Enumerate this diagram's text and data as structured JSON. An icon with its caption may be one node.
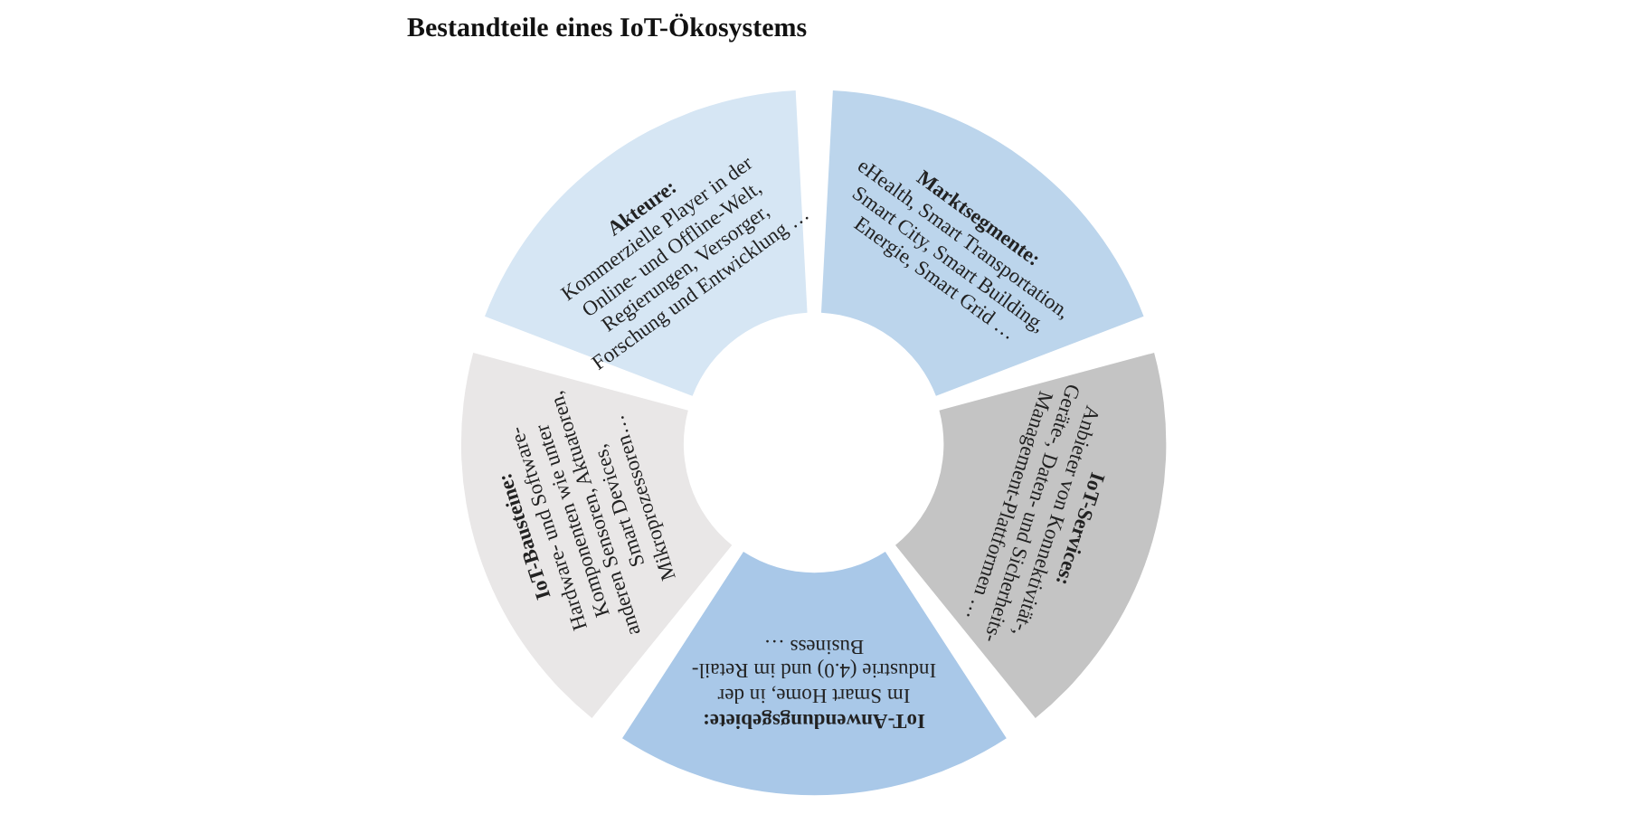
{
  "diagram": {
    "title": "Bestandteile eines IoT-Ökosystems",
    "nodes": [
      {
        "text": [
          "Akteure:",
          "Kommerzielle Player in der Online- und Offline-Welt, Regierungen, Versorger, Forschung und Entwicklung …"
        ]
      },
      {
        "text": [
          "Marktsegmente:",
          "eHealth, Smart Transportation, Smart City, Smart Building, Energie, Smart Grid …"
        ]
      },
      {
        "text": [
          "IoT-Services:",
          "Anbieter von Konnektivität-, Geräte-, Daten- und Sicherheits-Management-Plattformen …"
        ]
      },
      {
        "text": [
          "IoT-Anwendungsgebiete:",
          "Im Smart Home, in der Industrie (4.0) und im Retail-Business …"
        ]
      },
      {
        "text": [
          "IoT-Bausteine:",
          "Hardware- und Software-Komponenten wie unter anderen Sensoren, Aktuatoren, Smart Devices, Mikroprozessoren…"
        ]
      }
    ]
  }
}
